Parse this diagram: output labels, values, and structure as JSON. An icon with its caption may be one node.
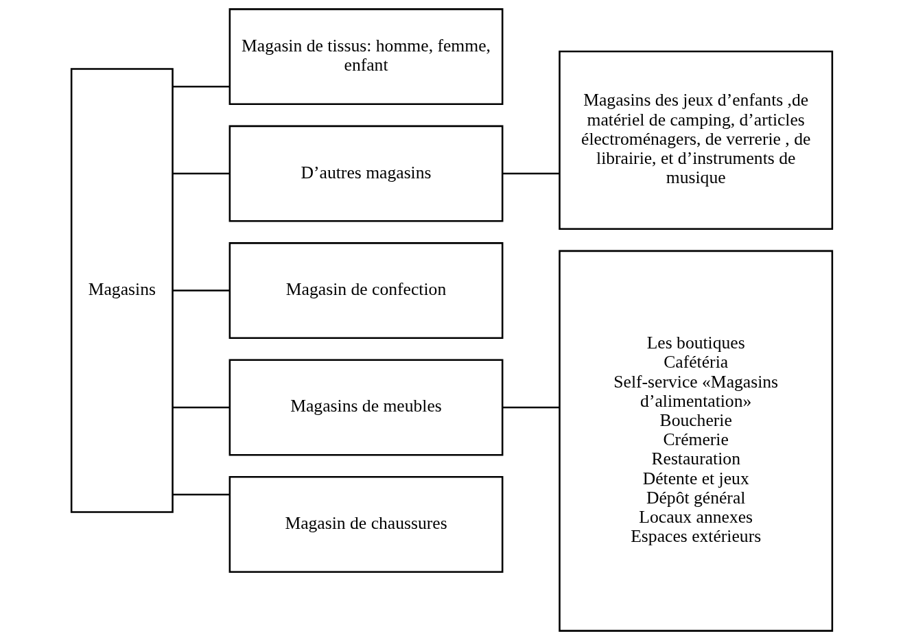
{
  "diagram": {
    "nodes": [
      {
        "text": [
          "Magasins"
        ]
      },
      {
        "text": [
          "Magasin de tissus: homme, femme, enfant"
        ]
      },
      {
        "text": [
          "D’autres magasins"
        ]
      },
      {
        "text": [
          "Magasin de confection"
        ]
      },
      {
        "text": [
          "Magasins de meubles"
        ]
      },
      {
        "text": [
          "Magasin de chaussures"
        ]
      },
      {
        "text": [
          "Magasins des jeux d’enfants ,de matériel de camping, d’articles électroménagers, de verrerie , de librairie, et d’instruments de musique"
        ]
      },
      {
        "text": [
          "Les boutiques",
          "Cafétéria",
          "Self-service «Magasins d’alimentation»",
          "Boucherie",
          "Crémerie",
          "Restauration",
          "Détente et jeux",
          "Dépôt général",
          "Locaux annexes",
          "Espaces extérieurs"
        ]
      }
    ],
    "edges": [
      {
        "from": 0,
        "to": 1,
        "arrow": "none"
      },
      {
        "from": 0,
        "to": 2,
        "arrow": "none"
      },
      {
        "from": 0,
        "to": 3,
        "arrow": "none"
      },
      {
        "from": 0,
        "to": 4,
        "arrow": "none"
      },
      {
        "from": 0,
        "to": 5,
        "arrow": "none"
      },
      {
        "from": 2,
        "to": 6,
        "arrow": "none"
      },
      {
        "from": 4,
        "to": 7,
        "arrow": "none"
      }
    ]
  }
}
